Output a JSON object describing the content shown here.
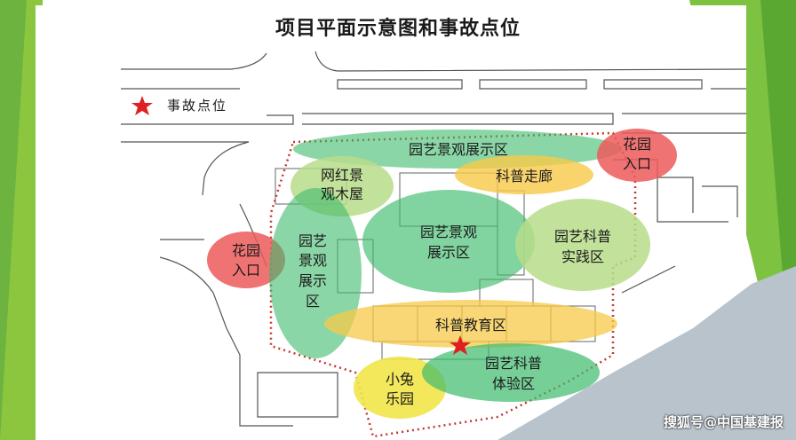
{
  "title": "项目平面示意图和事故点位",
  "legend": {
    "star_icon": "red-star-icon",
    "label": "事故点位"
  },
  "zones": {
    "zhanshi_top": "园艺景观展示区",
    "kepu_zoulang": "科普走廊",
    "huayuan_ne": [
      "花园",
      "入口"
    ],
    "wanghong": [
      "网红景",
      "观木屋"
    ],
    "zhanshi_center": [
      "园艺景观",
      "展示区"
    ],
    "shijian": [
      "园艺科普",
      "实践区"
    ],
    "huayuan_w": [
      "花园",
      "入口"
    ],
    "zhanshi_left": [
      "园艺",
      "景观",
      "展示",
      "区"
    ],
    "jiaoyu": "科普教育区",
    "xiaotu": [
      "小兔",
      "乐园"
    ],
    "tiyan": [
      "园艺科普",
      "体验区"
    ]
  },
  "watermark": "搜狐号@中国基建报",
  "colors": {
    "green_zone": "#3dbb6c",
    "light_green_zone": "#b7dc8a",
    "yellow_zone": "#f7c948",
    "red_zone": "#ec5b5b",
    "boundary": "#c0392b",
    "water": "#b8c3cc"
  }
}
